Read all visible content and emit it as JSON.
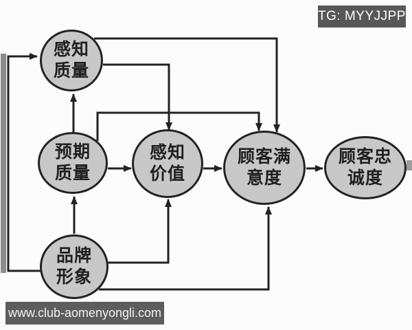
{
  "colors": {
    "background": "#fcfcfc",
    "node_fill": "#c8c8c8",
    "node_stroke": "#222222",
    "edge_line": "#222222",
    "badge_bg": "#575757",
    "badge_fg": "#ffffff",
    "watermark_bg": "#5d5d5d",
    "watermark_fg": "#f2f2f2",
    "left_bar": "#8c8c8c"
  },
  "badge": {
    "text": "TG: MYYJJPP"
  },
  "watermark": {
    "text": "www.club-aomenyongli.com"
  },
  "diagram": {
    "type": "flow-diagram",
    "nodes": [
      {
        "id": "perceived-quality",
        "line1": "感知",
        "line2": "质量"
      },
      {
        "id": "expected-quality",
        "line1": "预期",
        "line2": "质量"
      },
      {
        "id": "brand-image",
        "line1": "品牌",
        "line2": "形象"
      },
      {
        "id": "perceived-value",
        "line1": "感知",
        "line2": "价值"
      },
      {
        "id": "customer-satisfaction",
        "line1": "顾客满",
        "line2": "意度"
      },
      {
        "id": "customer-loyalty",
        "line1": "顾客忠",
        "line2": "诚度"
      }
    ],
    "edges": [
      {
        "from": "brand-image",
        "to": "perceived-quality"
      },
      {
        "from": "brand-image",
        "to": "expected-quality"
      },
      {
        "from": "brand-image",
        "to": "perceived-value"
      },
      {
        "from": "brand-image",
        "to": "customer-satisfaction"
      },
      {
        "from": "expected-quality",
        "to": "perceived-quality"
      },
      {
        "from": "expected-quality",
        "to": "perceived-value"
      },
      {
        "from": "expected-quality",
        "to": "customer-satisfaction"
      },
      {
        "from": "perceived-quality",
        "to": "perceived-value"
      },
      {
        "from": "perceived-quality",
        "to": "customer-satisfaction"
      },
      {
        "from": "perceived-value",
        "to": "customer-satisfaction"
      },
      {
        "from": "customer-satisfaction",
        "to": "customer-loyalty"
      }
    ]
  }
}
